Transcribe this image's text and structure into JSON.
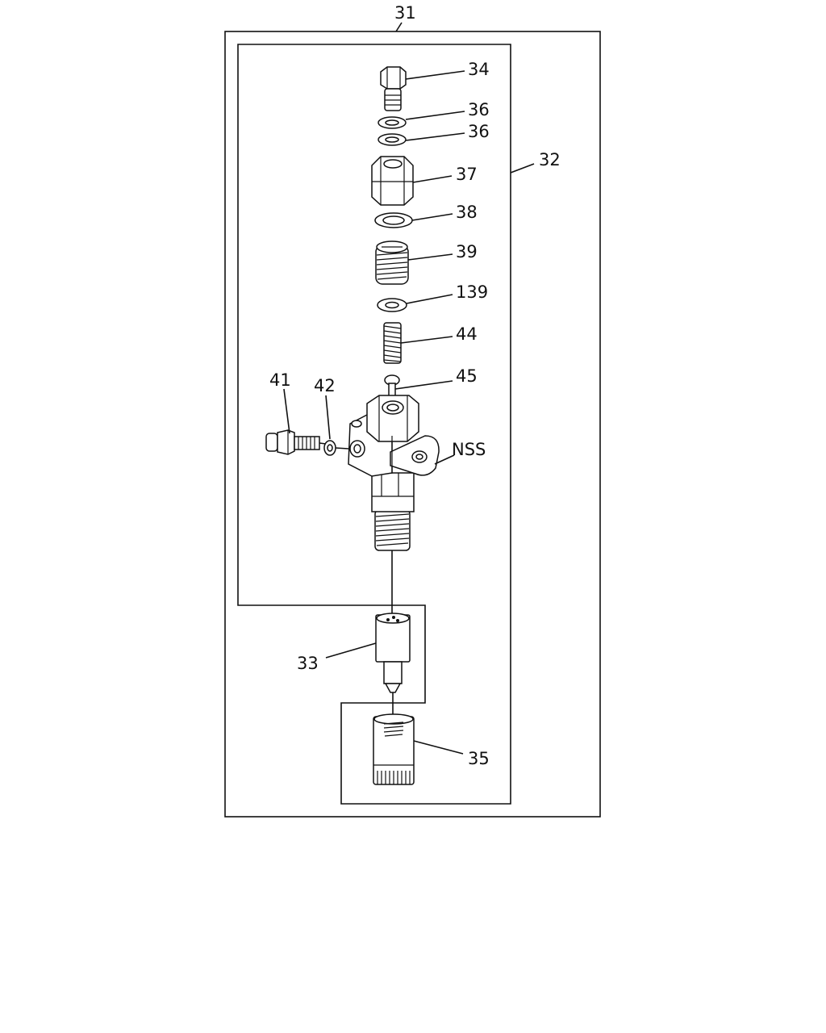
{
  "diagram": {
    "labels": {
      "l31": "31",
      "l32": "32",
      "l33": "33",
      "l34": "34",
      "l35": "35",
      "l36a": "36",
      "l36b": "36",
      "l37": "37",
      "l38": "38",
      "l39": "39",
      "l139": "139",
      "l41": "41",
      "l42": "42",
      "l44": "44",
      "l45": "45",
      "lnss": "NSS"
    }
  }
}
